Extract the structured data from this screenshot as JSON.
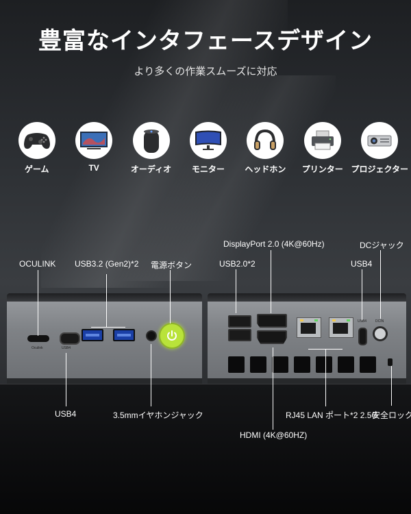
{
  "header": {
    "title": "豊富なインタフェースデザイン",
    "subtitle": "より多くの作業スムーズに対応"
  },
  "devices": [
    {
      "label": "ゲーム",
      "icon": "gamepad-icon"
    },
    {
      "label": "TV",
      "icon": "tv-icon"
    },
    {
      "label": "オーディオ",
      "icon": "speaker-icon"
    },
    {
      "label": "モニター",
      "icon": "monitor-icon"
    },
    {
      "label": "ヘッドホン",
      "icon": "headphones-icon"
    },
    {
      "label": "プリンター",
      "icon": "printer-icon"
    },
    {
      "label": "プロジェクター",
      "icon": "projector-icon"
    }
  ],
  "front_panel": {
    "labels": {
      "oculink": "OCULINK",
      "usb32": "USB3.2 (Gen2)*2",
      "power": "電源ボタン",
      "usb4": "USB4",
      "audio": "3.5mmイヤホンジャック"
    },
    "port_captions": {
      "oculink": "Oculink",
      "usb4": "USB4"
    }
  },
  "rear_panel": {
    "labels": {
      "displayport": "DisplayPort 2.0 (4K@60Hz)",
      "dc": "DCジャック",
      "usb20": "USB2.0*2",
      "usb4": "USB4",
      "rj45": "RJ45 LAN ポート*2 2.5G",
      "lock": "安全ロック",
      "hdmi": "HDMI (4K@60HZ)"
    },
    "port_captions": {
      "usb4": "USB4",
      "dc": "DCIN"
    }
  },
  "colors": {
    "power_button": "#b9e33a",
    "usb_blue": "#1a3fa6",
    "background": "#2c2f33"
  }
}
